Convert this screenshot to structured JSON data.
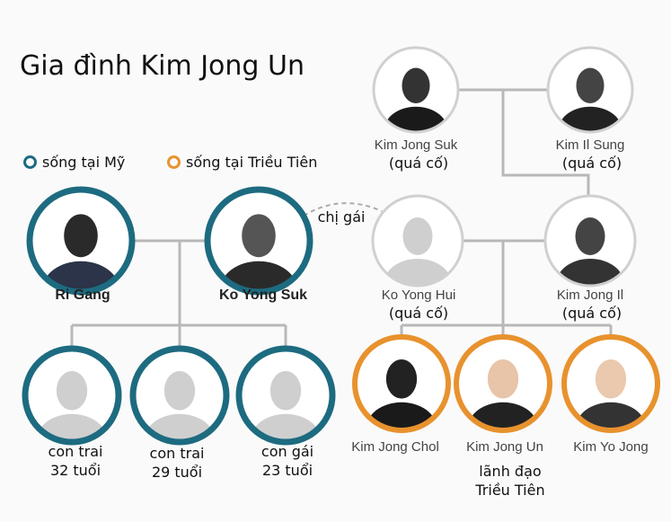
{
  "title": "Gia đình Kim Jong Un",
  "colors": {
    "usa": "#1d6b80",
    "north_korea": "#e8922e",
    "deceased": "#d0d0d0",
    "line": "#b8b8b8"
  },
  "legend": [
    {
      "label": "sống tại Mỹ"
    },
    {
      "label": "sống tại Triều Tiên"
    }
  ],
  "relation_label": "chị gái",
  "people": {
    "kim_jong_suk": {
      "name": "Kim Jong Suk",
      "note": "(quá cố)"
    },
    "kim_il_sung": {
      "name": "Kim Il Sung",
      "note": "(quá cố)"
    },
    "ri_gang": {
      "name": "Ri Gang"
    },
    "ko_yong_suk": {
      "name": "Ko Yong Suk"
    },
    "ko_yong_hui": {
      "name": "Ko Yong Hui",
      "note": "(quá cố)"
    },
    "kim_jong_il": {
      "name": "Kim Jong Il",
      "note": "(quá cố)"
    },
    "son1": {
      "line1": "con trai",
      "line2": "32 tuổi"
    },
    "son2": {
      "line1": "con trai",
      "line2": "29 tuổi"
    },
    "daughter": {
      "line1": "con gái",
      "line2": "23 tuổi"
    },
    "kim_jong_chol": {
      "name": "Kim Jong Chol"
    },
    "kim_jong_un": {
      "name": "Kim Jong Un",
      "line1": "lãnh đạo",
      "line2": "Triều Tiên"
    },
    "kim_yo_jong": {
      "name": "Kim Yo Jong"
    }
  }
}
